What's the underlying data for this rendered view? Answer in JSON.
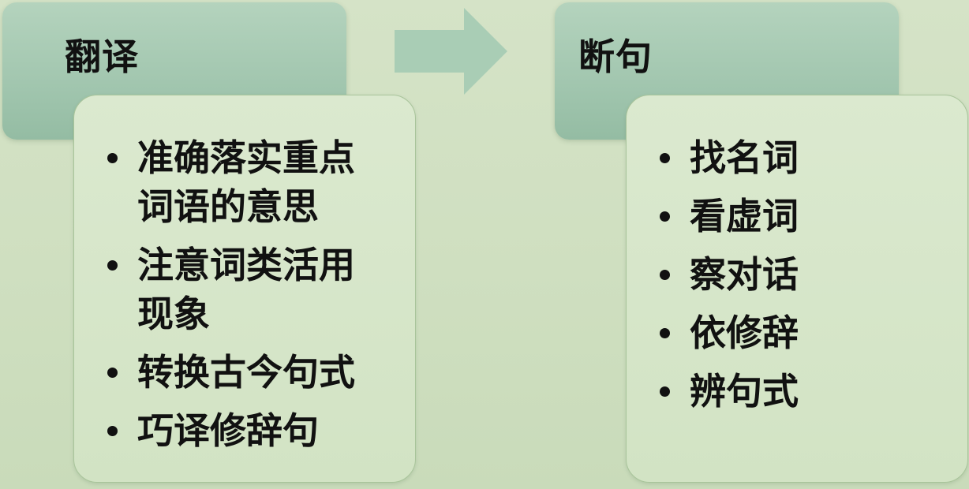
{
  "left": {
    "title": "翻译",
    "items": [
      "准确落实重点词语的意思",
      "注意词类活用现象",
      "转换古今句式",
      "巧译修辞句"
    ]
  },
  "right": {
    "title": "断句",
    "items": [
      "找名词",
      "看虚词",
      "察对话",
      "依修辞",
      "辨句式"
    ]
  },
  "arrow": {
    "icon": "right-arrow-icon",
    "color": "#a9cdb5"
  },
  "colors": {
    "background": "#d2e1c4",
    "header": "#a3c7b0",
    "content": "#d7e6ca",
    "text": "#111111"
  }
}
